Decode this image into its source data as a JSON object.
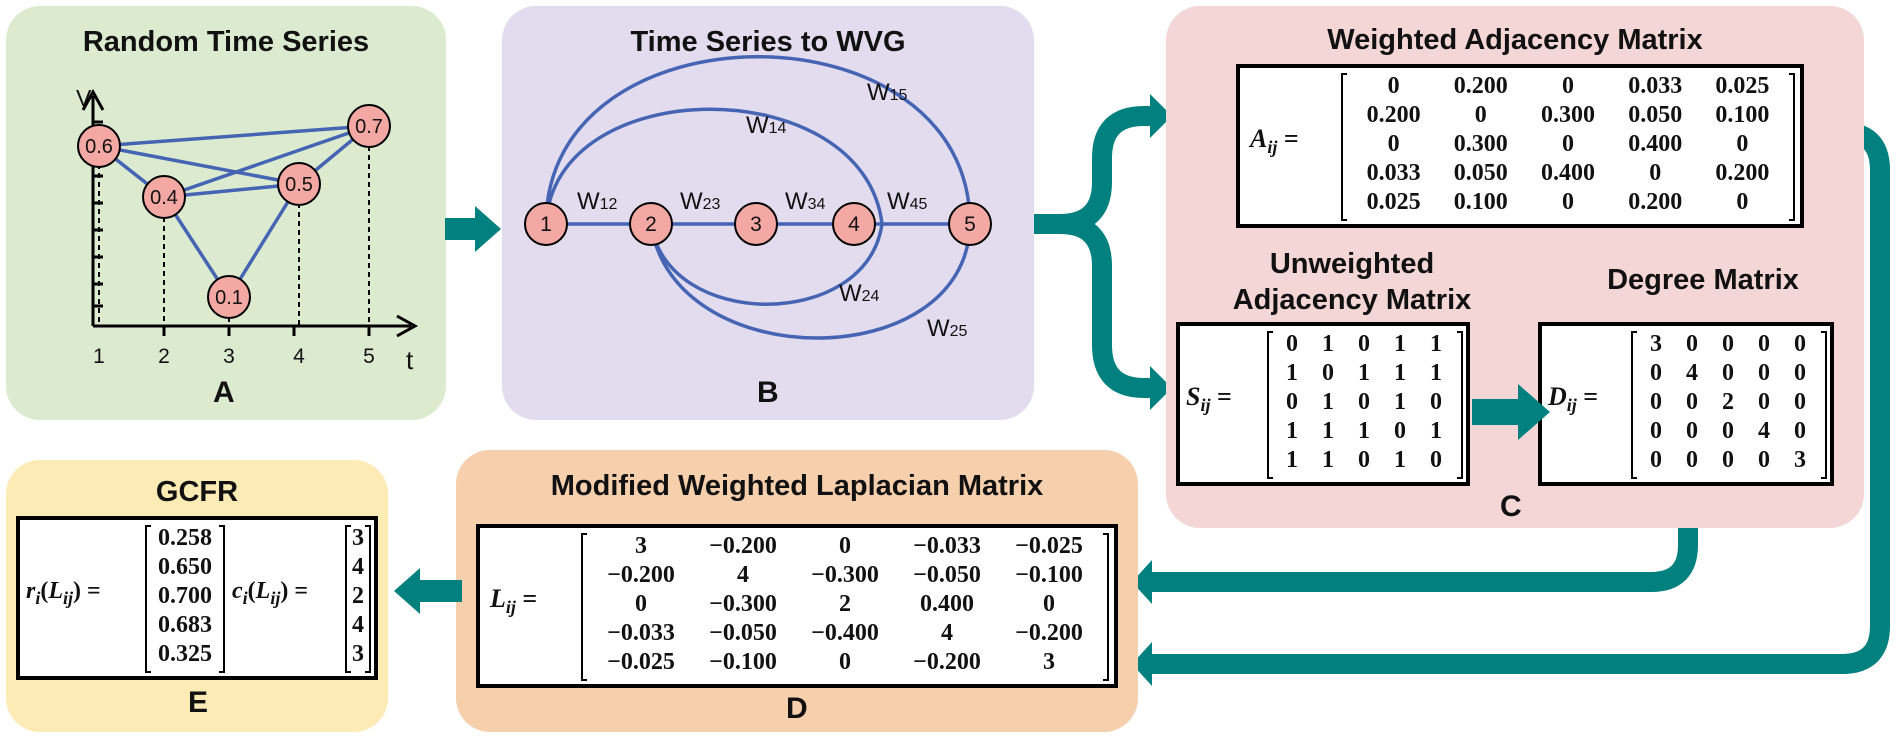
{
  "colors": {
    "panel_a": "#dcebd0",
    "panel_b": "#e3dcef",
    "panel_c": "#f5d6d6",
    "panel_d": "#f6cfad",
    "panel_e": "#fcebb5",
    "arrow": "#00817f",
    "node_fill": "#f4a8a3",
    "edge": "#4565b4"
  },
  "panel_a": {
    "title": "Random Time Series",
    "label": "A",
    "y_axis_label": "V",
    "x_axis_label": "t",
    "x_ticks": [
      "1",
      "2",
      "3",
      "4",
      "5"
    ],
    "nodes": [
      "0.6",
      "0.4",
      "0.1",
      "0.5",
      "0.7"
    ]
  },
  "panel_b": {
    "title": "Time Series to WVG",
    "label": "B",
    "nodes": [
      "1",
      "2",
      "3",
      "4",
      "5"
    ],
    "edges": [
      {
        "name": "W",
        "sub": "12"
      },
      {
        "name": "W",
        "sub": "23"
      },
      {
        "name": "W",
        "sub": "34"
      },
      {
        "name": "W",
        "sub": "45"
      },
      {
        "name": "W",
        "sub": "14"
      },
      {
        "name": "W",
        "sub": "15"
      },
      {
        "name": "W",
        "sub": "24"
      },
      {
        "name": "W",
        "sub": "25"
      }
    ]
  },
  "panel_c": {
    "label": "C",
    "weighted": {
      "title": "Weighted Adjacency Matrix",
      "symbol": "A",
      "subscript": "ij",
      "rows": [
        [
          "0",
          "0.200",
          "0",
          "0.033",
          "0.025"
        ],
        [
          "0.200",
          "0",
          "0.300",
          "0.050",
          "0.100"
        ],
        [
          "0",
          "0.300",
          "0",
          "0.400",
          "0"
        ],
        [
          "0.033",
          "0.050",
          "0.400",
          "0",
          "0.200"
        ],
        [
          "0.025",
          "0.100",
          "0",
          "0.200",
          "0"
        ]
      ]
    },
    "unweighted": {
      "title_line1": "Unweighted",
      "title_line2": "Adjacency Matrix",
      "symbol": "S",
      "subscript": "ij",
      "rows": [
        [
          "0",
          "1",
          "0",
          "1",
          "1"
        ],
        [
          "1",
          "0",
          "1",
          "1",
          "1"
        ],
        [
          "0",
          "1",
          "0",
          "1",
          "0"
        ],
        [
          "1",
          "1",
          "1",
          "0",
          "1"
        ],
        [
          "1",
          "1",
          "0",
          "1",
          "0"
        ]
      ]
    },
    "degree": {
      "title": "Degree Matrix",
      "symbol": "D",
      "subscript": "ij",
      "rows": [
        [
          "3",
          "0",
          "0",
          "0",
          "0"
        ],
        [
          "0",
          "4",
          "0",
          "0",
          "0"
        ],
        [
          "0",
          "0",
          "2",
          "0",
          "0"
        ],
        [
          "0",
          "0",
          "0",
          "4",
          "0"
        ],
        [
          "0",
          "0",
          "0",
          "0",
          "3"
        ]
      ]
    }
  },
  "panel_d": {
    "title": "Modified Weighted Laplacian Matrix",
    "label": "D",
    "symbol": "L",
    "subscript": "ij",
    "rows": [
      [
        "3",
        "−0.200",
        "0",
        "−0.033",
        "−0.025"
      ],
      [
        "−0.200",
        "4",
        "−0.300",
        "−0.050",
        "−0.100"
      ],
      [
        "0",
        "−0.300",
        "2",
        "0.400",
        "0"
      ],
      [
        "−0.033",
        "−0.050",
        "−0.400",
        "4",
        "−0.200"
      ],
      [
        "−0.025",
        "−0.100",
        "0",
        "−0.200",
        "3"
      ]
    ]
  },
  "panel_e": {
    "title": "GCFR",
    "label": "E",
    "r_symbol": "r",
    "c_symbol": "c",
    "func_index": "i",
    "arg_symbol": "L",
    "arg_subscript": "ij",
    "r_values": [
      "0.258",
      "0.650",
      "0.700",
      "0.683",
      "0.325"
    ],
    "c_values": [
      "3",
      "4",
      "2",
      "4",
      "3"
    ]
  }
}
